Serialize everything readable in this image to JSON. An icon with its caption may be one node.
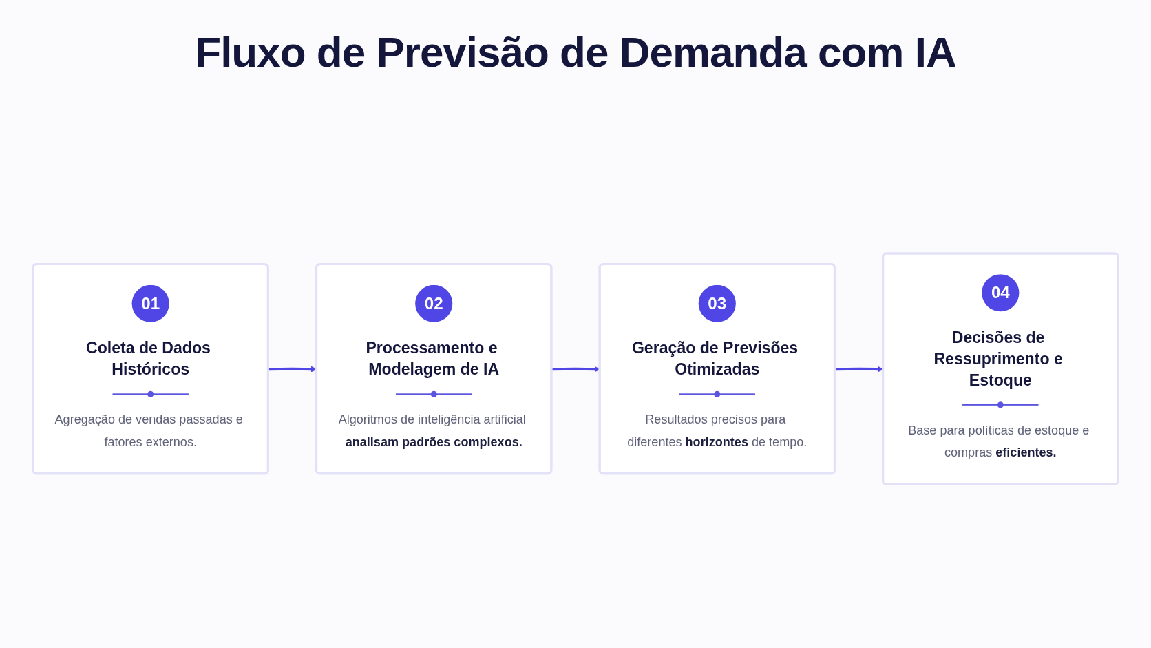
{
  "diagram": {
    "title": "Fluxo de Previsão de Demanda com IA",
    "nodes": [
      {
        "text": [
          "01",
          "Coleta de Dados Históricos",
          "Agregação de vendas passadas e fatores externos."
        ]
      },
      {
        "text": [
          "02",
          "Processamento e Modelagem de IA",
          "Algoritmos de inteligência artificial **analisam padrões complexos.**"
        ]
      },
      {
        "text": [
          "03",
          "Geração de Previsões Otimizadas",
          "Resultados precisos para diferentes **horizontes** de tempo."
        ]
      },
      {
        "text": [
          "04",
          "Decisões de Ressuprimento e Estoque",
          "Base para políticas de estoque e compras **eficientes.**"
        ]
      }
    ],
    "edges": [
      {
        "from": 0,
        "to": 1,
        "arrow": "to"
      },
      {
        "from": 1,
        "to": 2,
        "arrow": "to"
      },
      {
        "from": 2,
        "to": 3,
        "arrow": "to"
      }
    ]
  }
}
